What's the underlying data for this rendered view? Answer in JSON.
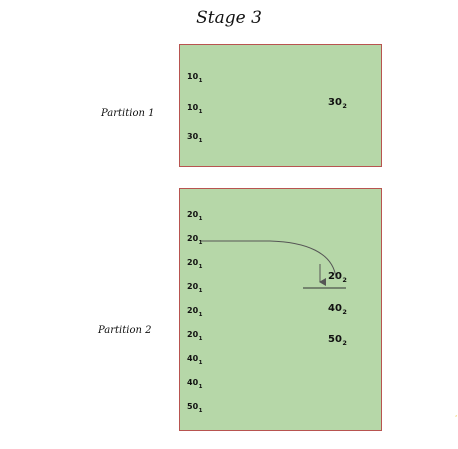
{
  "title": "Stage 3",
  "partitions": [
    {
      "label": "Partition 1",
      "left_items": [
        {
          "value": "10",
          "sub": "1"
        },
        {
          "value": "10",
          "sub": "1"
        },
        {
          "value": "30",
          "sub": "1"
        }
      ],
      "right_items": [
        {
          "value": "30",
          "sub": "2"
        }
      ]
    },
    {
      "label": "Partition 2",
      "left_items": [
        {
          "value": "20",
          "sub": "1"
        },
        {
          "value": "20",
          "sub": "1"
        },
        {
          "value": "20",
          "sub": "1"
        },
        {
          "value": "20",
          "sub": "1"
        },
        {
          "value": "20",
          "sub": "1"
        },
        {
          "value": "20",
          "sub": "1"
        },
        {
          "value": "40",
          "sub": "1"
        },
        {
          "value": "40",
          "sub": "1"
        },
        {
          "value": "50",
          "sub": "1"
        }
      ],
      "right_items": [
        {
          "value": "20",
          "sub": "2"
        },
        {
          "value": "40",
          "sub": "2"
        },
        {
          "value": "50",
          "sub": "2"
        }
      ]
    }
  ],
  "colors": {
    "box_fill": "#b6d7a8",
    "box_border": "#b85450",
    "arrow": "#555555"
  }
}
